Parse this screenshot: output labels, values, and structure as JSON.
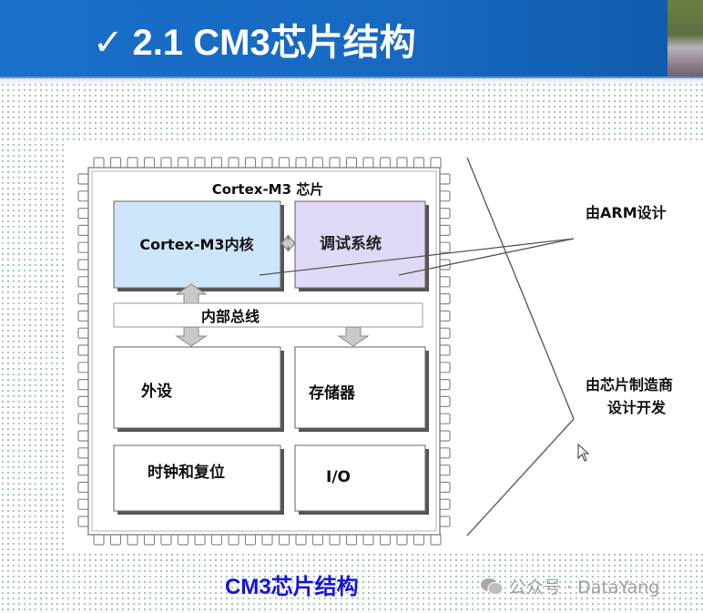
{
  "slide": {
    "title_check": "✓",
    "title": "2.1 CM3芯片结构",
    "caption": "CM3芯片结构",
    "watermark": "公众号 · DataYang",
    "watermark_icon": "wechat-icon"
  },
  "diagram": {
    "chip_label": "Cortex-M3 芯片",
    "core_label": "Cortex-M3内核",
    "debug_label": "调试系统",
    "bus_label": "内部总线",
    "peripherals_label": "外设",
    "memory_label": "存储器",
    "clock_reset_label": "时钟和复位",
    "io_label": "I/O",
    "annotation_arm": "由ARM设计",
    "annotation_vendor_line1": "由芯片制造商",
    "annotation_vendor_line2": "设计开发",
    "colors": {
      "core_fill": "#cde5fb",
      "debug_fill": "#e0d8f6",
      "block_fill": "#ffffff",
      "arrow_fill": "#c9c9c9"
    }
  }
}
